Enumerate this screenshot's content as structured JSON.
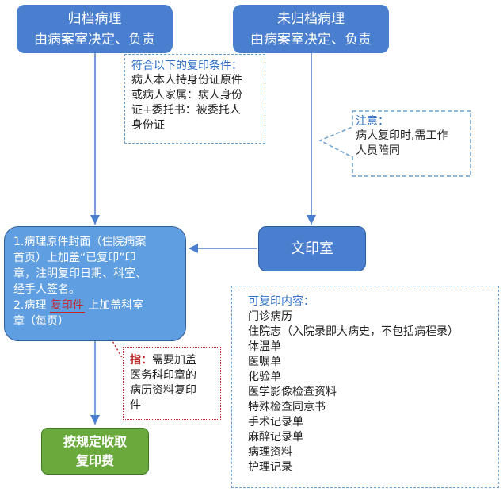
{
  "archived": {
    "line1": "归档病理",
    "line2": "由病案室决定、负责"
  },
  "unarchived": {
    "line1": "未归档病理",
    "line2": "由病案室决定、负责"
  },
  "conditions": {
    "title": "符合以下的复印条件：",
    "lines": [
      "病人本人持身份证原件",
      "或病人家属：病人身份",
      "证+委托书：被委托人",
      "身份证"
    ]
  },
  "note": {
    "title": "注意：",
    "lines": [
      "病人复印时,需工作",
      "人员陪同"
    ]
  },
  "print_room": {
    "label": "文印室"
  },
  "process": {
    "lines": [
      "1.病理原件封面（住院病案",
      "首页）上加盖“已复印”印",
      "章，注明复印日期、科室、",
      "经手人签名。"
    ],
    "line5_prefix": "2.病理 ",
    "line5_highlight": "复印件",
    "line5_suffix": " 上加盖科室",
    "line6": "章（每页）"
  },
  "pointer_note": {
    "label": "指：",
    "lines": [
      "需要加盖",
      "医务科印章的",
      "病历资料复印",
      "件"
    ]
  },
  "charge": {
    "line1": "按规定收取",
    "line2": "复印费"
  },
  "printable": {
    "title": "可复印内容：",
    "items": [
      "门诊病历",
      "住院志（入院录即大病史，不包括病程录）",
      "体温单",
      "医嘱单",
      "化验单",
      "医学影像检查资料",
      "特殊检查同意书",
      "手术记录单",
      "麻醉记录单",
      "病理资料",
      "护理记录"
    ]
  }
}
